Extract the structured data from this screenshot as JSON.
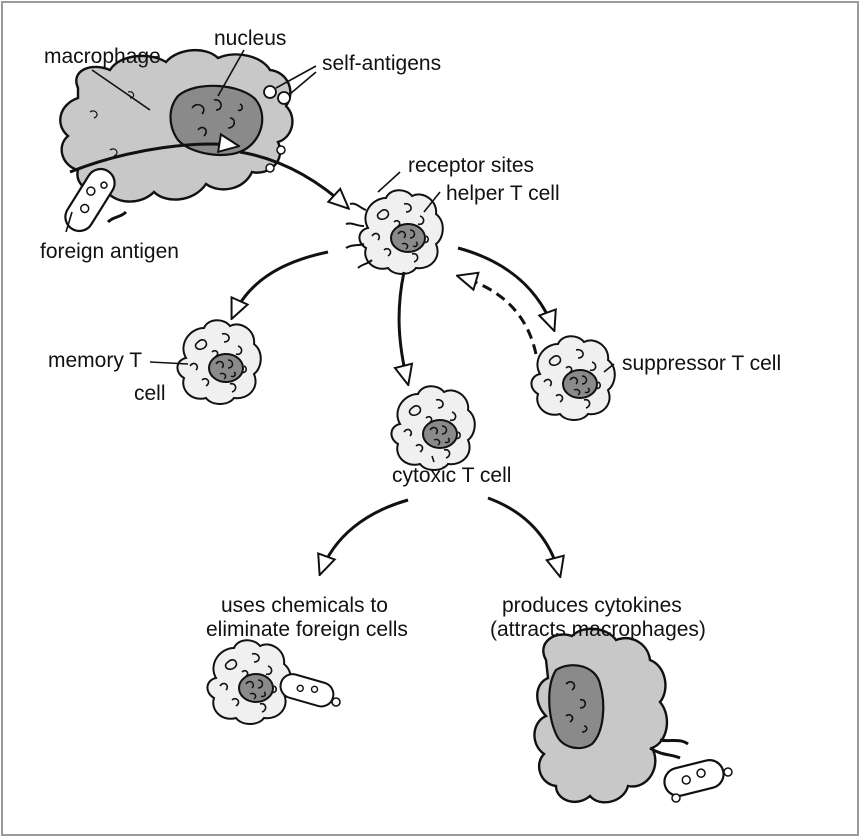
{
  "labels": {
    "macrophage": "macrophage",
    "nucleus": "nucleus",
    "self_antigens": "self-antigens",
    "foreign_antigen": "foreign antigen",
    "receptor_sites": "receptor sites",
    "helper_t_cell": "helper T cell",
    "memory_t_cell_line1": "memory T",
    "memory_t_cell_line2": "cell",
    "suppressor_t_cell": "suppressor T cell",
    "cytoxic_t_cell": "cytoxic T cell",
    "uses_chemicals_line1": "uses chemicals to",
    "uses_chemicals_line2": "eliminate foreign cells",
    "produces_cytokines_line1": "produces cytokines",
    "produces_cytokines_line2": "(attracts macrophages)"
  },
  "colors": {
    "macrophage_fill": "#c8c8c8",
    "nucleus_fill": "#8a8a8a",
    "cell_fill": "#f0f0f0",
    "outline": "#111111",
    "frame": "#9a9a9a"
  }
}
